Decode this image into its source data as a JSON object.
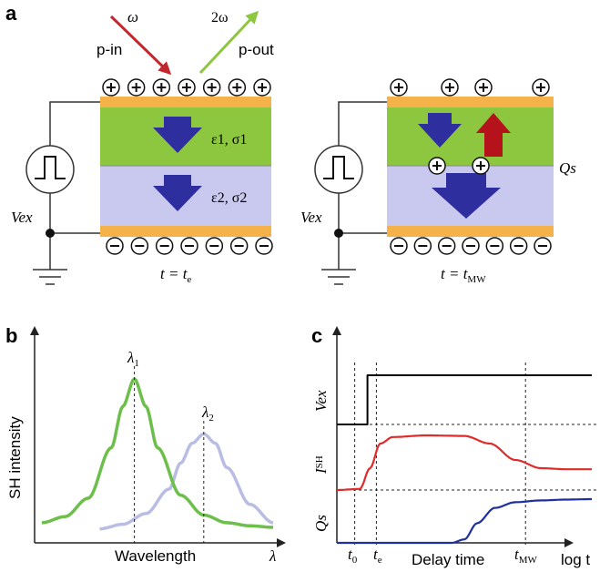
{
  "panel_a": {
    "label": "a",
    "incident": {
      "freq": "ω",
      "name": "p-in"
    },
    "outgoing": {
      "freq": "2ω",
      "name": "p-out"
    },
    "left": {
      "source": "Vex",
      "layer1": "ε1, σ1",
      "layer2": "ε2, σ2",
      "time_prefix": "t = t",
      "time_sub": "e",
      "top_charges": 7,
      "bottom_charges": 7
    },
    "right": {
      "source": "Vex",
      "interface_label": "Qs",
      "time_prefix": "t = t",
      "time_sub": "MW",
      "top_charges": 4,
      "bottom_charges": 7,
      "interface_charges": 2
    },
    "colors": {
      "electrode": "#f5b24a",
      "layer1": "#8dc63f",
      "layer2": "#c9c9ef",
      "down_arrow": "#2e2e9e",
      "up_arrow": "#b5121b",
      "incident_beam": "#c1272d",
      "outgoing_beam": "#8dc63f"
    }
  },
  "panel_b": {
    "label": "b",
    "ylabel": "SH intensity",
    "xlabel": "Wavelength",
    "x_axis_symbol": "λ",
    "peak1_label": "λ",
    "peak1_sub": "1",
    "peak2_label": "λ",
    "peak2_sub": "2"
  },
  "panel_c": {
    "label": "c",
    "trace_labels": {
      "vex": "Vex",
      "ish": "I",
      "ish_sub": "SH",
      "qs": "Qs"
    },
    "ticks": [
      {
        "main": "t",
        "sub": "0"
      },
      {
        "main": "t",
        "sub": "e"
      },
      {
        "main": "t",
        "sub": "MW"
      }
    ],
    "xlabel": "Delay time",
    "x_axis_end": "log t",
    "colors": {
      "vex": "#000000",
      "ish": "#e02b2b",
      "qs": "#1f2f9b"
    }
  },
  "chart_data": [
    {
      "type": "line",
      "panel": "b",
      "xlabel": "Wavelength",
      "ylabel": "SH intensity",
      "series": [
        {
          "name": "λ1",
          "color": "#6dbf4b",
          "x": [
            0.0,
            0.1,
            0.2,
            0.3,
            0.35,
            0.4,
            0.45,
            0.5,
            0.6,
            0.7,
            0.8,
            0.9,
            1.0
          ],
          "y": [
            0.06,
            0.1,
            0.22,
            0.55,
            0.82,
            1.0,
            0.82,
            0.55,
            0.24,
            0.11,
            0.06,
            0.04,
            0.03
          ]
        },
        {
          "name": "λ2",
          "color": "#b9bde3",
          "x": [
            0.25,
            0.35,
            0.45,
            0.55,
            0.6,
            0.65,
            0.7,
            0.75,
            0.8,
            0.9,
            1.0
          ],
          "y": [
            0.02,
            0.05,
            0.12,
            0.28,
            0.45,
            0.58,
            0.64,
            0.58,
            0.42,
            0.18,
            0.06
          ]
        }
      ]
    },
    {
      "type": "line",
      "panel": "c",
      "xlabel": "Delay time",
      "series": [
        {
          "name": "Vex",
          "color": "#000000",
          "x": [
            0.0,
            0.12,
            0.12,
            1.0
          ],
          "y": [
            0.0,
            0.0,
            1.0,
            1.0
          ]
        },
        {
          "name": "ISH",
          "color": "#e02b2b",
          "x": [
            0.0,
            0.09,
            0.13,
            0.17,
            0.22,
            0.35,
            0.5,
            0.6,
            0.7,
            0.8,
            0.9,
            1.0
          ],
          "y": [
            0.0,
            0.02,
            0.4,
            0.85,
            0.97,
            1.0,
            0.99,
            0.85,
            0.55,
            0.4,
            0.38,
            0.38
          ]
        },
        {
          "name": "Qs",
          "color": "#1f2f9b",
          "x": [
            0.0,
            0.45,
            0.5,
            0.55,
            0.62,
            0.7,
            0.8,
            0.9,
            1.0
          ],
          "y": [
            0.0,
            0.0,
            0.08,
            0.45,
            0.8,
            0.93,
            0.97,
            0.99,
            1.0
          ]
        }
      ]
    }
  ]
}
